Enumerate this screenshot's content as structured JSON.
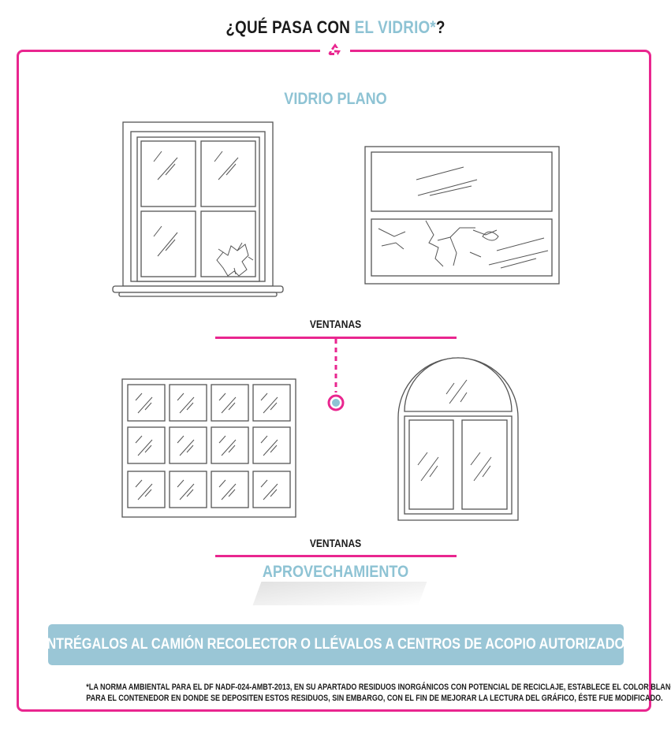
{
  "header": {
    "title_prefix": "¿QUÉ PASA CON ",
    "title_accent": "EL VIDRIO*",
    "title_suffix": "?"
  },
  "section": {
    "title": "VIDRIO PLANO",
    "label_top": "VENTANAS",
    "label_bottom": "VENTANAS",
    "subtitle": "APROVECHAMIENTO"
  },
  "banner": {
    "text": "ENTRÉGALOS AL CAMIÓN RECOLECTOR O LLÉVALOS A CENTROS DE ACOPIO AUTORIZADOS"
  },
  "footnote": {
    "line1": "*LA NORMA AMBIENTAL PARA EL DF NADF-024-AMBT-2013, EN SU APARTADO RESIDUOS INORGÁNICOS CON POTENCIAL DE RECICLAJE, ESTABLECE EL COLOR BLANCO",
    "line2": "PARA EL CONTENEDOR EN DONDE SE DEPOSITEN ESTOS RESIDUOS, SIN EMBARGO, CON EL FIN DE MEJORAR LA LECTURA DEL GRÁFICO, ÉSTE FUE MODIFICADO."
  },
  "colors": {
    "accent_pink": "#e9268f",
    "accent_blue": "#8ec3d4",
    "banner_blue": "#9ac6d6"
  },
  "icons": [
    "recycle-icon",
    "window-icon"
  ]
}
